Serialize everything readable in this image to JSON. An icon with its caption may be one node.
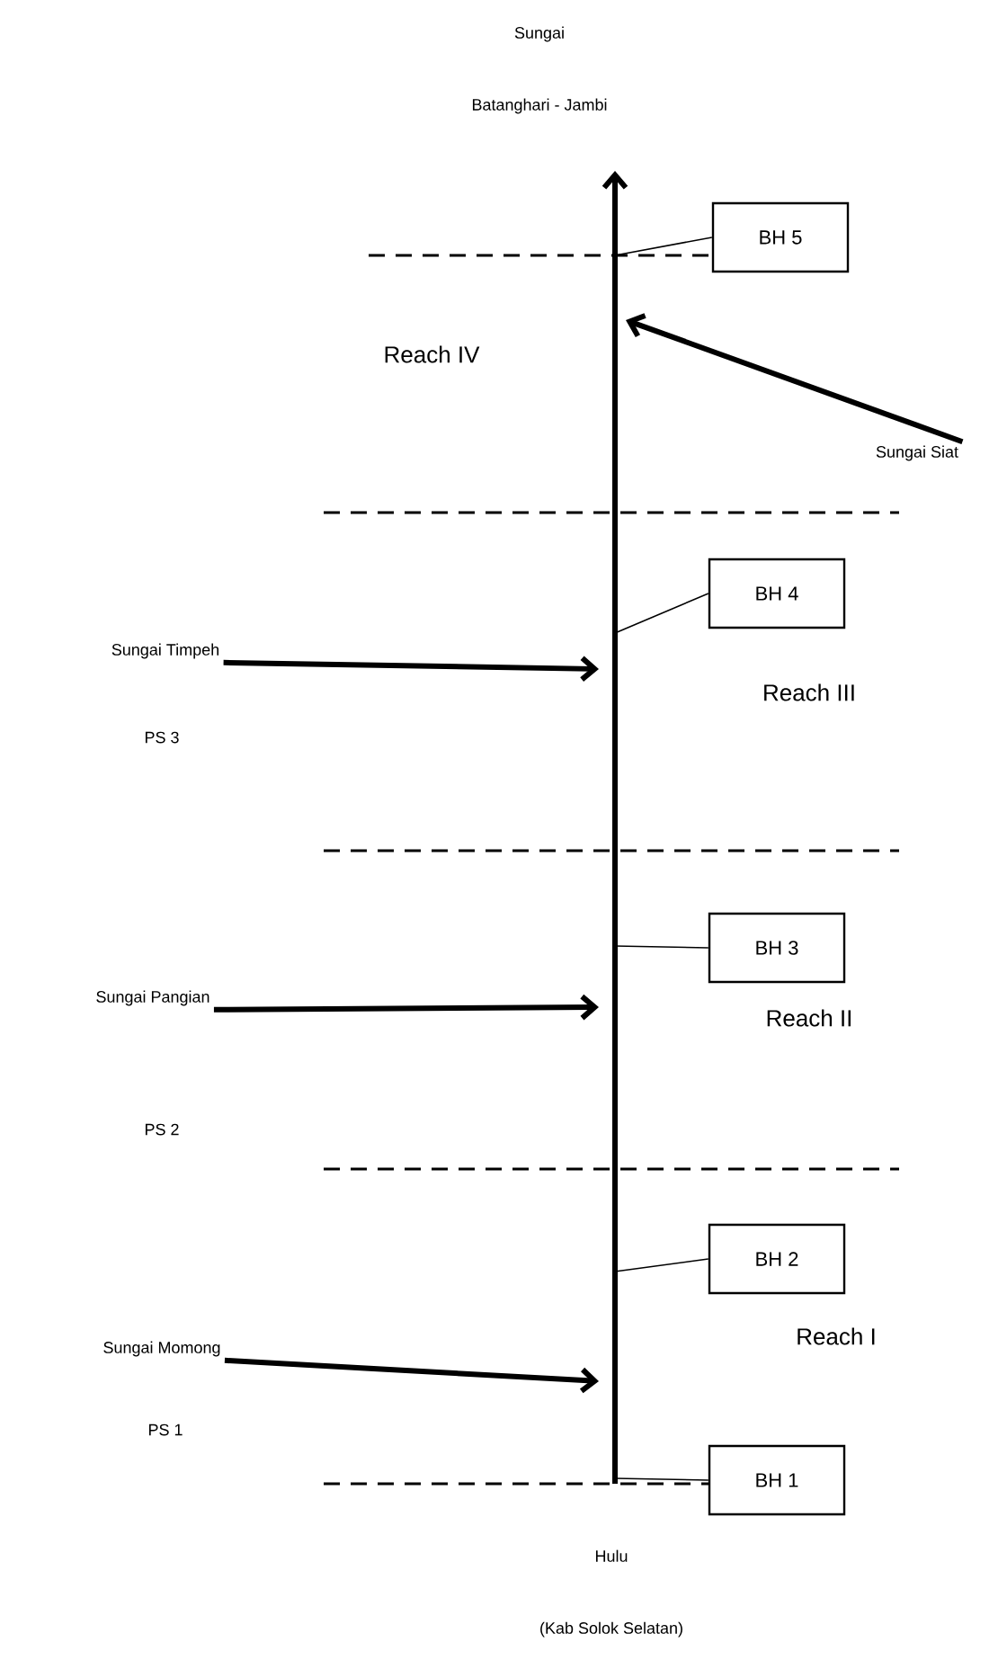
{
  "diagram": {
    "nodes": [
      {
        "text": [
          "Sungai",
          "Batanghari - Jambi"
        ]
      },
      {
        "text": [
          "BH 5"
        ]
      },
      {
        "text": [
          "Sungai Siat"
        ]
      },
      {
        "text": [
          "BH 4"
        ]
      },
      {
        "text": [
          "Sungai Timpeh"
        ]
      },
      {
        "text": [
          "BH 3"
        ]
      },
      {
        "text": [
          "Sungai Pangian"
        ]
      },
      {
        "text": [
          "BH 2"
        ]
      },
      {
        "text": [
          "Sungai Momong"
        ]
      },
      {
        "text": [
          "BH 1"
        ]
      },
      {
        "text": [
          "Hulu",
          "(Kab Solok Selatan)"
        ]
      }
    ],
    "edges": [
      {
        "from": 10,
        "to": 0,
        "arrow": "to",
        "style": "thick"
      },
      {
        "from": null,
        "to": 1,
        "arrow": "none"
      },
      {
        "from": 2,
        "to": null,
        "arrow": "to",
        "style": "thick"
      },
      {
        "from": null,
        "to": 3,
        "arrow": "none"
      },
      {
        "from": 4,
        "to": null,
        "arrow": "to",
        "style": "thick"
      },
      {
        "from": null,
        "to": 5,
        "arrow": "none"
      },
      {
        "from": 6,
        "to": null,
        "arrow": "to",
        "style": "thick"
      },
      {
        "from": null,
        "to": 7,
        "arrow": "none"
      },
      {
        "from": 8,
        "to": null,
        "arrow": "to",
        "style": "thick"
      },
      {
        "from": null,
        "to": 9,
        "arrow": "none"
      }
    ],
    "labels": [
      "Reach IV",
      "Reach III",
      "PS 3",
      "Reach II",
      "PS 2",
      "Reach I",
      "PS 1"
    ]
  }
}
